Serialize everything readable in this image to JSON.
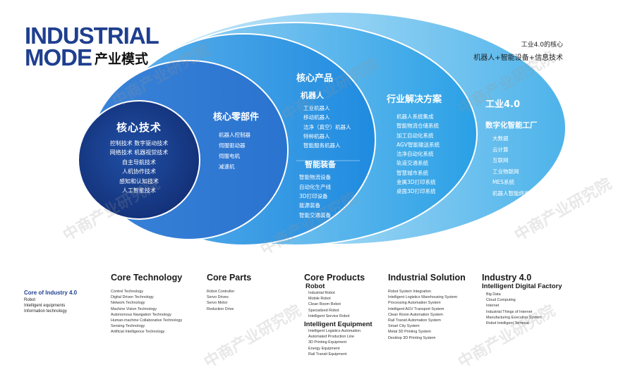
{
  "brand": {
    "line1": "INDUSTRIAL",
    "line2": "MODE",
    "subtitle_cn": "产业模式"
  },
  "top_right": {
    "line1": "工业4.0的核心",
    "line2": "机器人+智能设备+信息技术"
  },
  "core_technology": {
    "title": "核心技术",
    "items": [
      "控制技术  数字驱动技术",
      "网络技术  机器视觉技术",
      "自主导航技术",
      "人机协作技术",
      "感知和认知技术",
      "人工智能技术"
    ]
  },
  "core_parts": {
    "title": "核心零部件",
    "items": [
      "机器人控制器",
      "伺服驱动器",
      "伺服电机",
      "减速机"
    ]
  },
  "core_products": {
    "title": "核心产品",
    "robot": {
      "title": "机器人",
      "items": [
        "工业机器人",
        "移动机器人",
        "洁净（真空）机器人",
        "特种机器人",
        "智能服务机器人"
      ]
    },
    "equipment": {
      "title": "智能装备",
      "items": [
        "智能物流设备",
        "自动化生产线",
        "3D打印设备",
        "能源装备",
        "智能交通装备"
      ]
    }
  },
  "industrial_solution": {
    "title": "行业解决方案",
    "items": [
      "机器人系统集成",
      "智能物流仓储系统",
      "加工自动化系统",
      "AGV智能输送系统",
      "洁净自动化系统",
      "轨道交通系统",
      "智慧城市系统",
      "金属3D打印系统",
      "桌面3D打印系统"
    ]
  },
  "industry40": {
    "title": "工业4.0",
    "subtitle": "数字化智能工厂",
    "items": [
      "大数据",
      "云计算",
      "互联网",
      "工业物联网",
      "MES系统",
      "机器人智能终端"
    ]
  },
  "legend": {
    "title": "Core of Industry 4.0",
    "items": [
      "Robot",
      "Intelligent equipments",
      "Information technology"
    ]
  },
  "english_columns": {
    "core_technology": {
      "title": "Core Technology",
      "items": [
        "Control Technology",
        "Digital Driven Technology",
        "Network Technology",
        "Machine Vision Technology",
        "Autonomous Navigation Technology",
        "Human-machine Collaborative Technology",
        "Sensing Technology",
        "Artificial Intelligence Technology"
      ]
    },
    "core_parts": {
      "title": "Core Parts",
      "items": [
        "Robot Controller",
        "Servo Drives",
        "Servo Motor",
        "Reduction Drive"
      ]
    },
    "core_products": {
      "title": "Core Products",
      "robot_title": "Robot",
      "robot_items": [
        "Industrial Robot",
        "Mobile Robot",
        "Clean Room Robot",
        "Specialized Robot",
        "Intelligent Service Robot"
      ],
      "equipment_title": "Intelligent Equipment",
      "equipment_items": [
        "Intelligent Logistics Automation",
        "Automated Production Line",
        "3D Printing Equipment",
        "Energy Equipment",
        "Rail Transit Equipment"
      ]
    },
    "industrial_solution": {
      "title": "Industrial Solution",
      "items": [
        "Robot System Integration",
        "Intelligent Logistics Warehousing System",
        "Processing Automation System",
        "Intelligent AGV Transport System",
        "Clean Room Automation System",
        "Rail Transit Automation System",
        "Smart City System",
        "Metal 3D Printing System",
        "Desktop 3D Printing System"
      ]
    },
    "industry40": {
      "title": "Industry 4.0",
      "subtitle": "Intelligent Digital Factory",
      "items": [
        "Big Data",
        "Cloud Computing",
        "Internet",
        "Industrial Things of Internet",
        "Manufacturing Execution System",
        "Robot Intelligent Terminal"
      ]
    }
  },
  "watermark": {
    "cn": "中商产业研究院",
    "url": "www.askci.com/reports/"
  },
  "colors": {
    "brand_blue": "#1f3f8f",
    "core_navy": "#173a86",
    "ring_blue": "#2d7ed6",
    "outer_light": "#7ac7f0"
  }
}
